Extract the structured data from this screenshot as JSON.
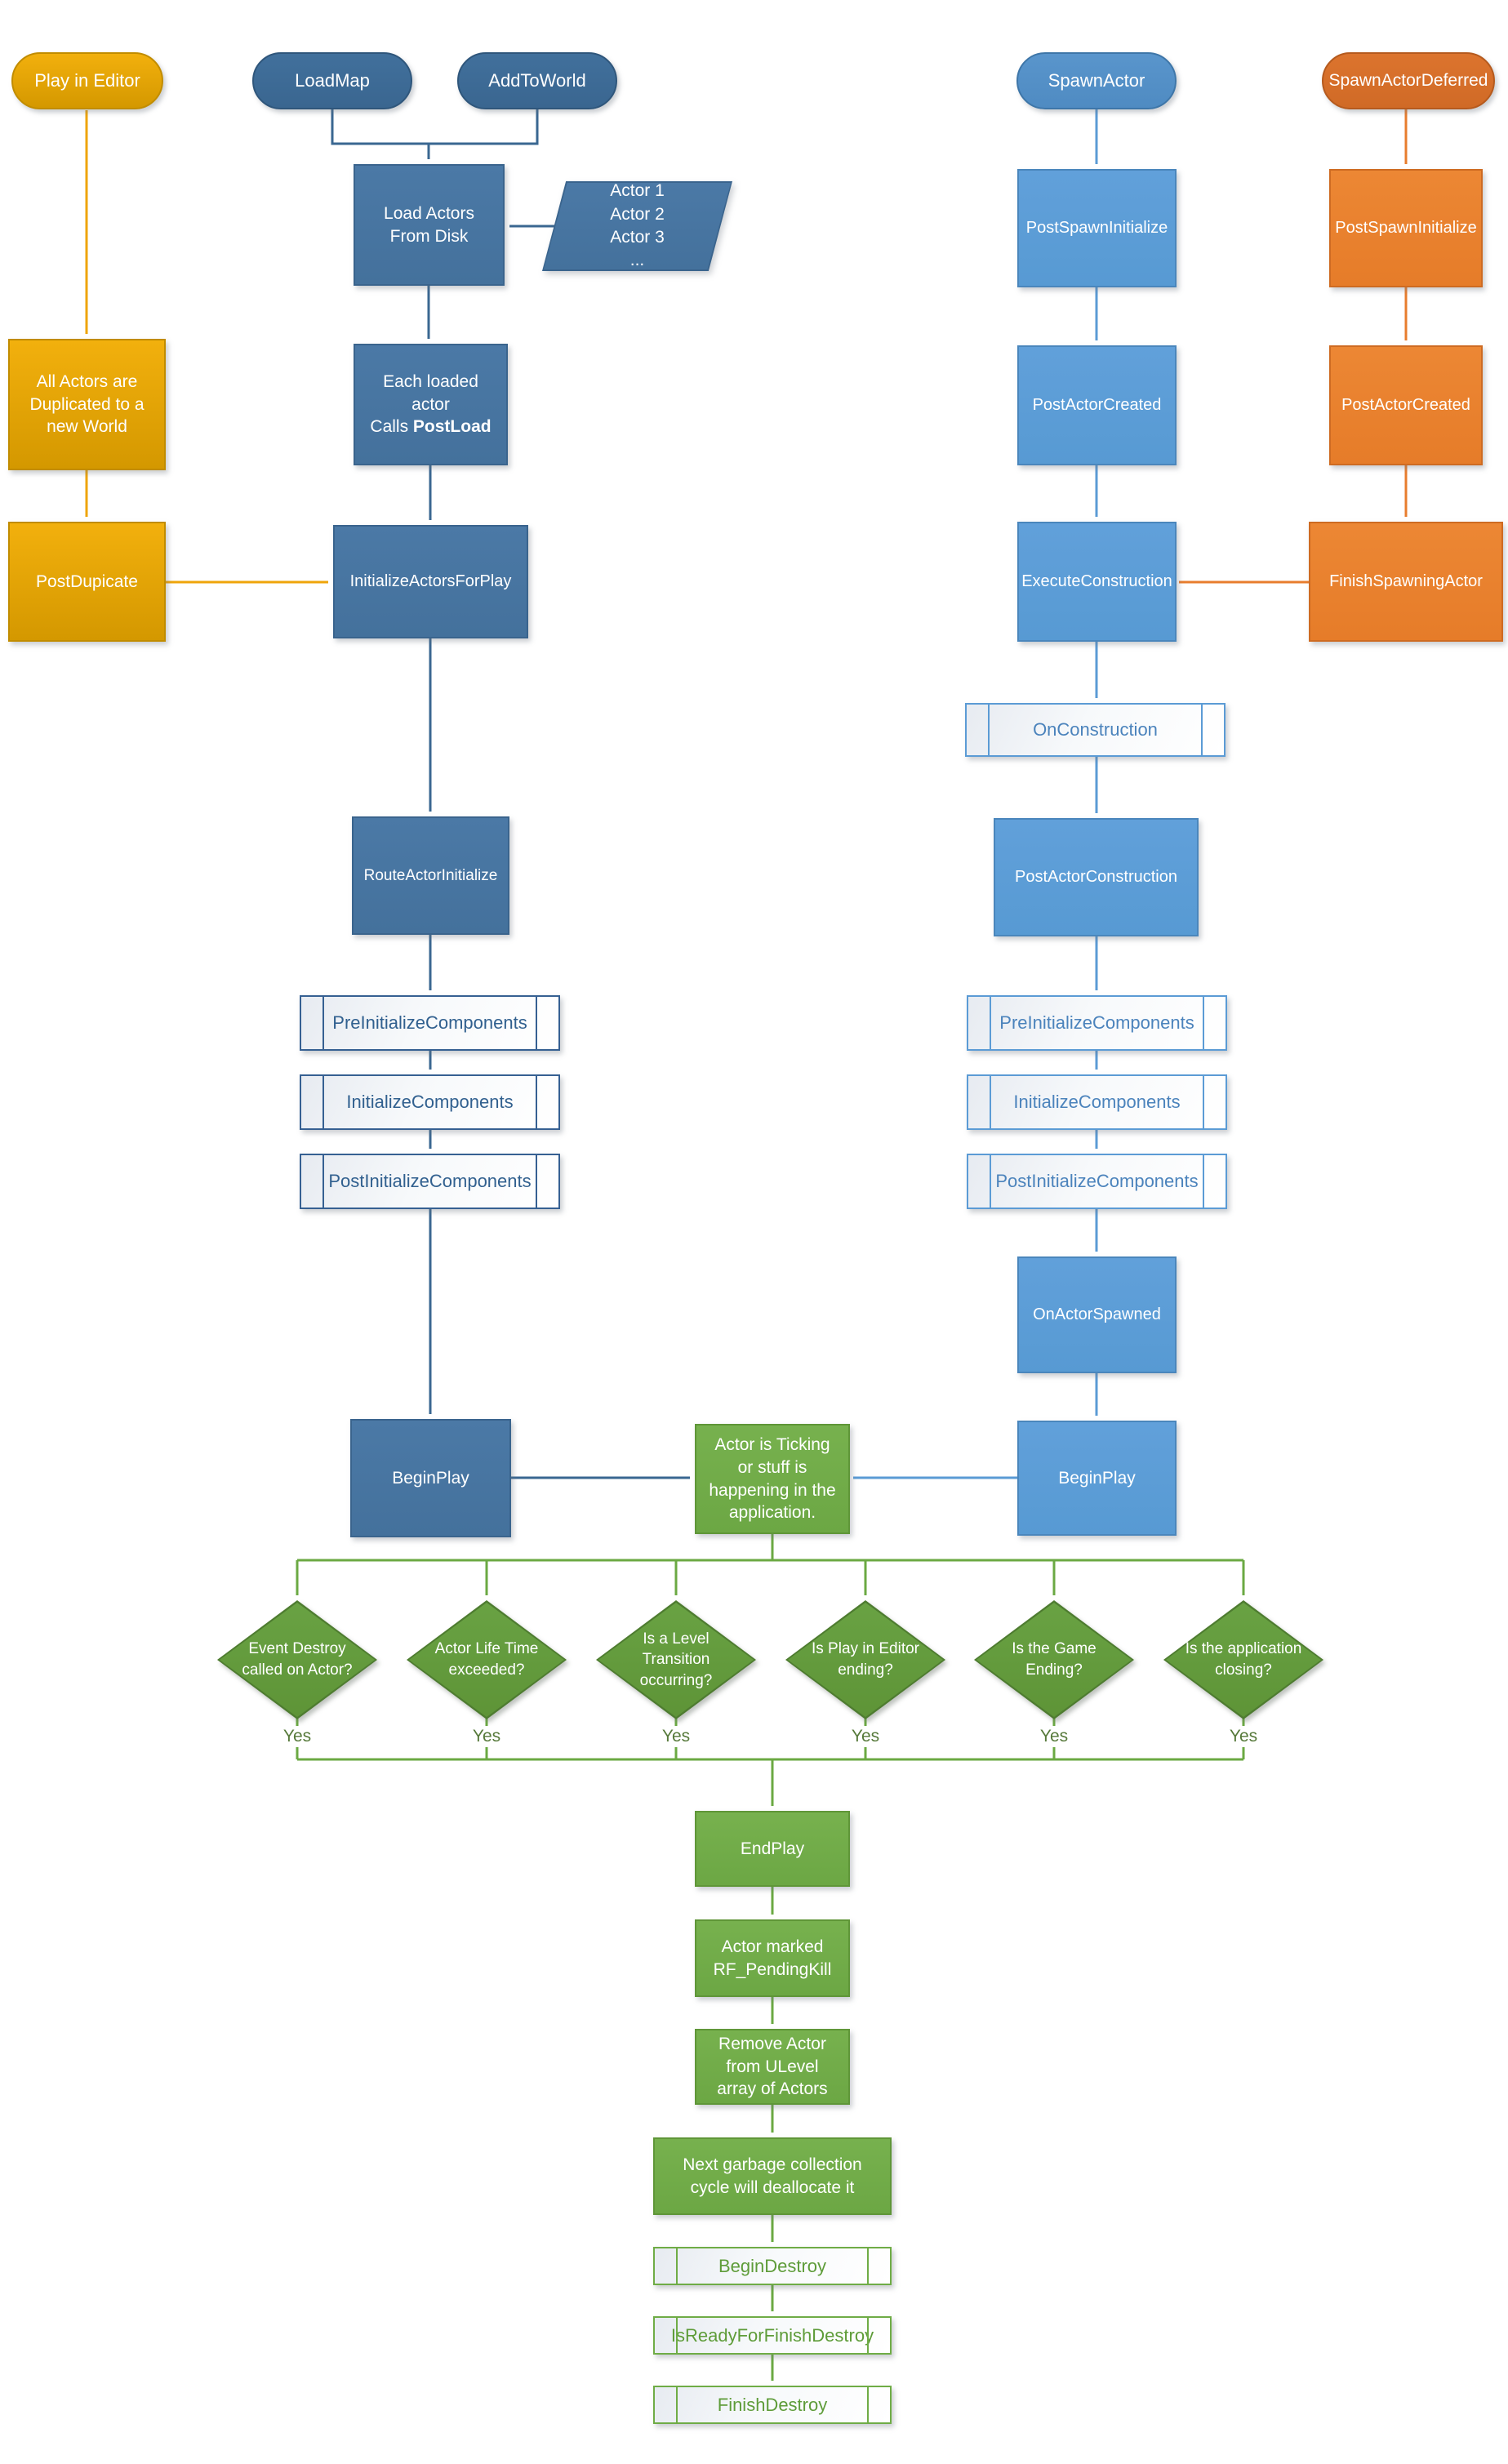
{
  "palette": {
    "gold-line": "#EFA50A",
    "navy-line": "#3A6791",
    "blue-line": "#5B9BD5",
    "orange-line": "#E87D2E",
    "green-line": "#6BA943",
    "gold-fill": "#E3A106",
    "navy-fill": "#44719C",
    "blue-fill": "#5B9BD5",
    "orange-fill": "#E8802F",
    "green-fill": "#72AC4A",
    "diamond-fill": "#62993C"
  },
  "nodes": {
    "play_in_editor": {
      "label": "Play in Editor"
    },
    "load_map": {
      "label": "LoadMap"
    },
    "add_to_world": {
      "label": "AddToWorld"
    },
    "spawn_actor": {
      "label": "SpawnActor"
    },
    "spawn_actor_deferred": {
      "label": "SpawnActorDeferred"
    },
    "load_actors_from_disk": {
      "label": "Load Actors From Disk"
    },
    "actor_list": {
      "lines": [
        "Actor 1",
        "Actor 2",
        "Actor 3",
        "..."
      ]
    },
    "all_actors_duplicated": {
      "label": "All Actors are Duplicated to a new World"
    },
    "each_loaded_actor": {
      "line1": "Each loaded actor",
      "line2_prefix": "Calls ",
      "line2_bold": "PostLoad"
    },
    "post_dupicate": {
      "label": "PostDupicate"
    },
    "initialize_actors_for_play": {
      "label": "InitializeActorsForPlay"
    },
    "post_spawn_initialize_blue": {
      "label": "PostSpawnInitialize"
    },
    "post_spawn_initialize_orange": {
      "label": "PostSpawnInitialize"
    },
    "post_actor_created_blue": {
      "label": "PostActorCreated"
    },
    "post_actor_created_orange": {
      "label": "PostActorCreated"
    },
    "execute_construction": {
      "label": "ExecuteConstruction"
    },
    "finish_spawning_actor": {
      "label": "FinishSpawningActor"
    },
    "on_construction": {
      "label": "OnConstruction"
    },
    "post_actor_construction": {
      "label": "PostActorConstruction"
    },
    "route_actor_initialize": {
      "label": "RouteActorInitialize"
    },
    "pre_initialize_components_left": {
      "label": "PreInitializeComponents"
    },
    "initialize_components_left": {
      "label": "InitializeComponents"
    },
    "post_initialize_components_left": {
      "label": "PostInitializeComponents"
    },
    "pre_initialize_components_right": {
      "label": "PreInitializeComponents"
    },
    "initialize_components_right": {
      "label": "InitializeComponents"
    },
    "post_initialize_components_right": {
      "label": "PostInitializeComponents"
    },
    "on_actor_spawned": {
      "label": "OnActorSpawned"
    },
    "begin_play_left": {
      "label": "BeginPlay"
    },
    "begin_play_right": {
      "label": "BeginPlay"
    },
    "ticking": {
      "label": "Actor is Ticking or stuff is happening in the application."
    },
    "end_play": {
      "label": "EndPlay"
    },
    "actor_marked_pending_kill": {
      "label": "Actor marked RF_PendingKill"
    },
    "remove_actor_from_ulevel": {
      "label": "Remove Actor from ULevel array of Actors"
    },
    "next_garbage_collection": {
      "label": "Next garbage collection cycle will deallocate it"
    },
    "begin_destroy": {
      "label": "BeginDestroy"
    },
    "is_ready_for_finish_destroy": {
      "label": "IsReadyForFinishDestroy"
    },
    "finish_destroy": {
      "label": "FinishDestroy"
    }
  },
  "decisions": [
    {
      "label": "Event Destroy called on Actor?",
      "yes_label": "Yes"
    },
    {
      "label": "Actor Life Time exceeded?",
      "yes_label": "Yes"
    },
    {
      "label": "Is a Level Transition occurring?",
      "yes_label": "Yes"
    },
    {
      "label": "Is Play in Editor ending?",
      "yes_label": "Yes"
    },
    {
      "label": "Is the Game Ending?",
      "yes_label": "Yes"
    },
    {
      "label": "Is the application closing?",
      "yes_label": "Yes"
    }
  ]
}
